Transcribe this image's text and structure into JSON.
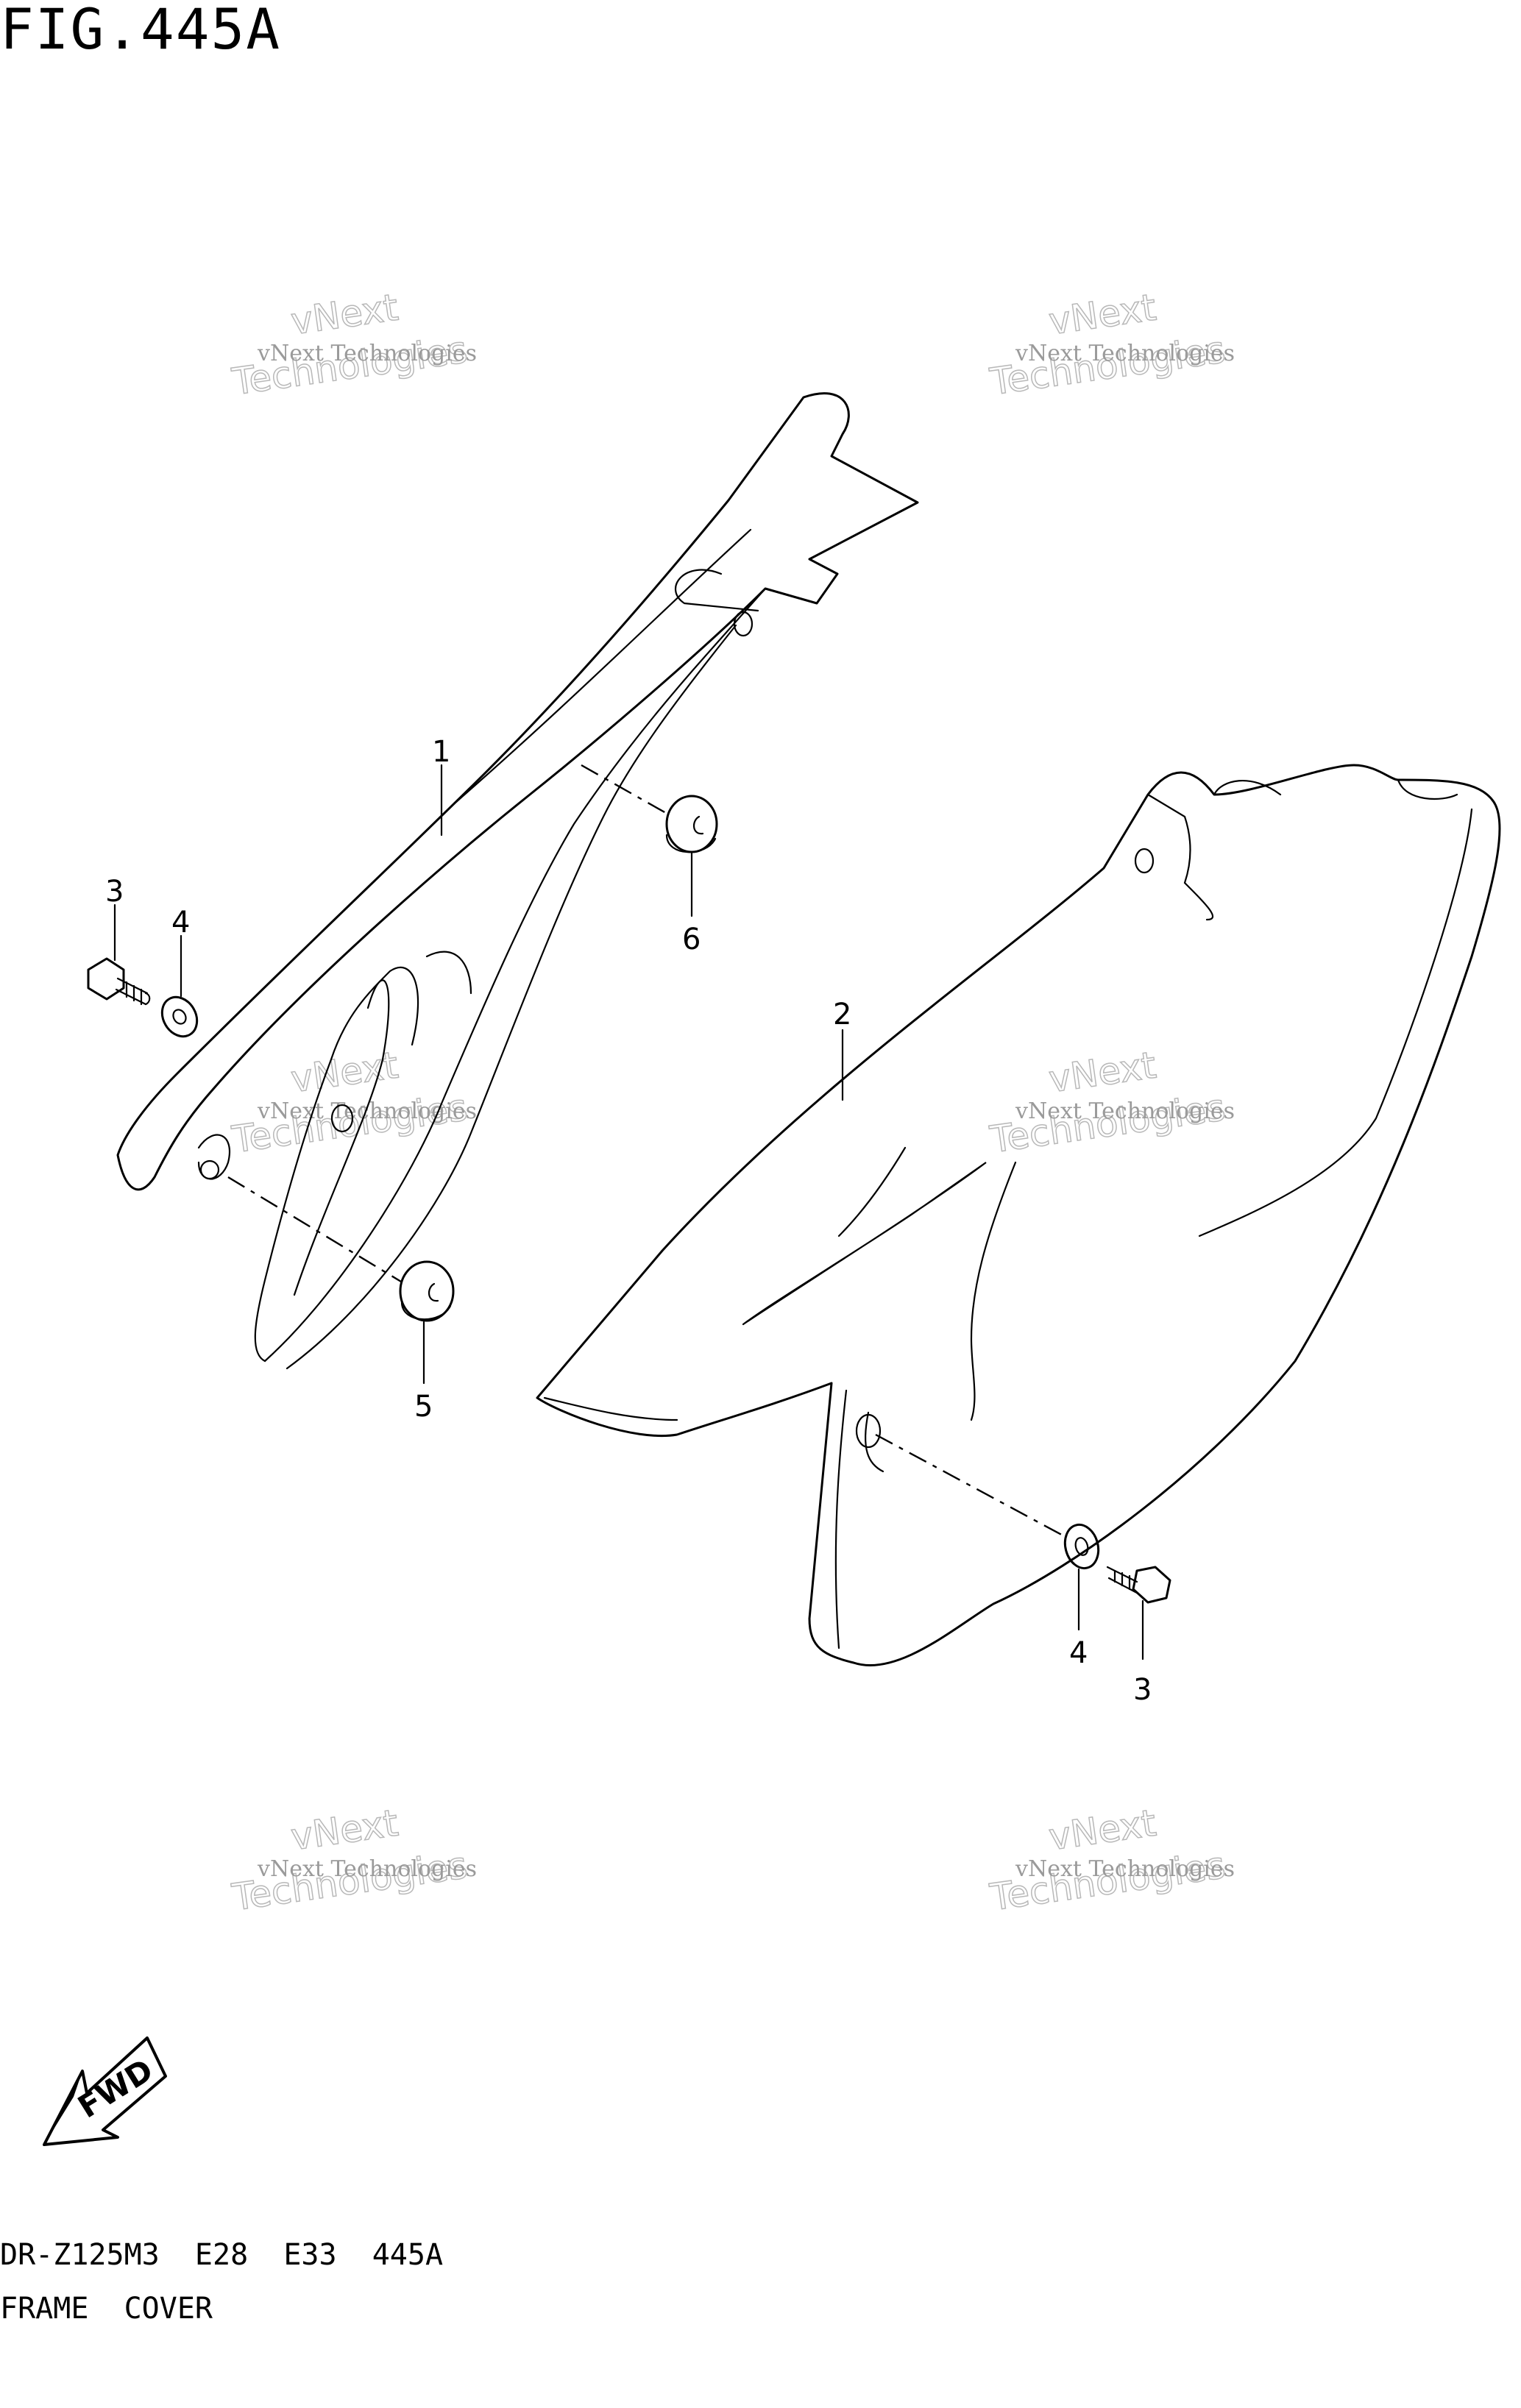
{
  "figure": {
    "title": "FIG.445A",
    "model_code": "DR-Z125M3  E28  E33  445A",
    "section": "FRAME  COVER"
  },
  "callouts": {
    "part1": "1",
    "part2": "2",
    "part3_left": "3",
    "part4_left": "4",
    "part5": "5",
    "part6": "6",
    "part4_right": "4",
    "part3_right": "3"
  },
  "fwd_arrow": {
    "label": "FWD"
  },
  "watermark": {
    "small": "vNext Technologies",
    "big_top": "vNext",
    "big_bottom": "Technologies"
  }
}
